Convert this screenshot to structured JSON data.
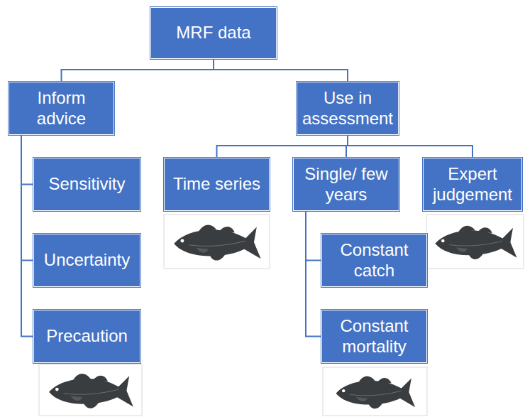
{
  "diagram": {
    "nodes": [
      {
        "text": [
          "MRF data"
        ]
      },
      {
        "text": [
          "Inform advice"
        ]
      },
      {
        "text": [
          "Use in assessment"
        ]
      },
      {
        "text": [
          "Sensitivity"
        ]
      },
      {
        "text": [
          "Uncertainty"
        ]
      },
      {
        "text": [
          "Precaution"
        ]
      },
      {
        "text": [
          "Time series"
        ]
      },
      {
        "text": [
          "Single/ few years"
        ]
      },
      {
        "text": [
          "Expert judgement"
        ]
      },
      {
        "text": [
          "Constant catch"
        ]
      },
      {
        "text": [
          "Constant mortality"
        ]
      }
    ],
    "edges": [
      {
        "from": 0,
        "to": 1,
        "arrow": "none"
      },
      {
        "from": 0,
        "to": 2,
        "arrow": "none"
      },
      {
        "from": 1,
        "to": 3,
        "arrow": "none"
      },
      {
        "from": 1,
        "to": 4,
        "arrow": "none"
      },
      {
        "from": 1,
        "to": 5,
        "arrow": "none"
      },
      {
        "from": 2,
        "to": 6,
        "arrow": "none"
      },
      {
        "from": 2,
        "to": 7,
        "arrow": "none"
      },
      {
        "from": 2,
        "to": 8,
        "arrow": "none"
      },
      {
        "from": 7,
        "to": 9,
        "arrow": "none"
      },
      {
        "from": 7,
        "to": 10,
        "arrow": "none"
      }
    ]
  }
}
